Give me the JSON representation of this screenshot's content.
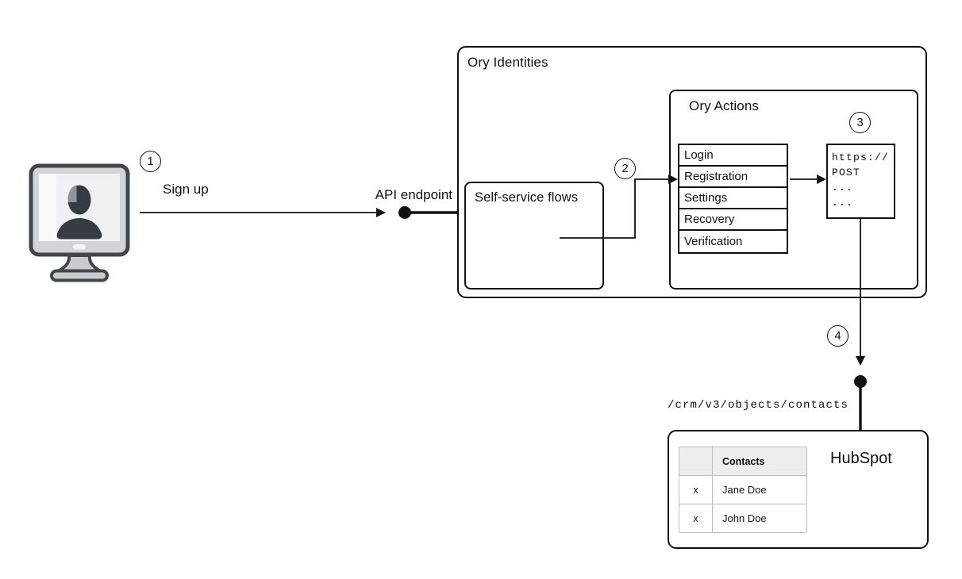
{
  "diagram": {
    "line_color": "#111111",
    "background": "#ffffff",
    "table_header_bg": "#ededee",
    "table_border": "#bdbdbd"
  },
  "actor": {
    "icon": "user-computer-icon"
  },
  "steps": [
    {
      "number": "1",
      "label": "Sign up"
    },
    {
      "number": "2"
    },
    {
      "number": "3"
    },
    {
      "number": "4"
    }
  ],
  "api_endpoint": {
    "label": "API endpoint"
  },
  "ory_identities": {
    "title": "Ory Identities",
    "self_service_flows": {
      "title": "Self-service flows"
    },
    "ory_actions": {
      "title": "Ory Actions",
      "flows": [
        "Login",
        "Registration",
        "Settings",
        "Recovery",
        "Verification"
      ],
      "webhook": {
        "lines": [
          "https://",
          "POST",
          "...",
          "..."
        ]
      }
    }
  },
  "hubspot": {
    "endpoint_path": "/crm/v3/objects/contacts",
    "title": "HubSpot",
    "contacts_table": {
      "header": "Contacts",
      "rows": [
        {
          "mark": "x",
          "name": "Jane Doe"
        },
        {
          "mark": "x",
          "name": "John Doe"
        }
      ]
    }
  }
}
